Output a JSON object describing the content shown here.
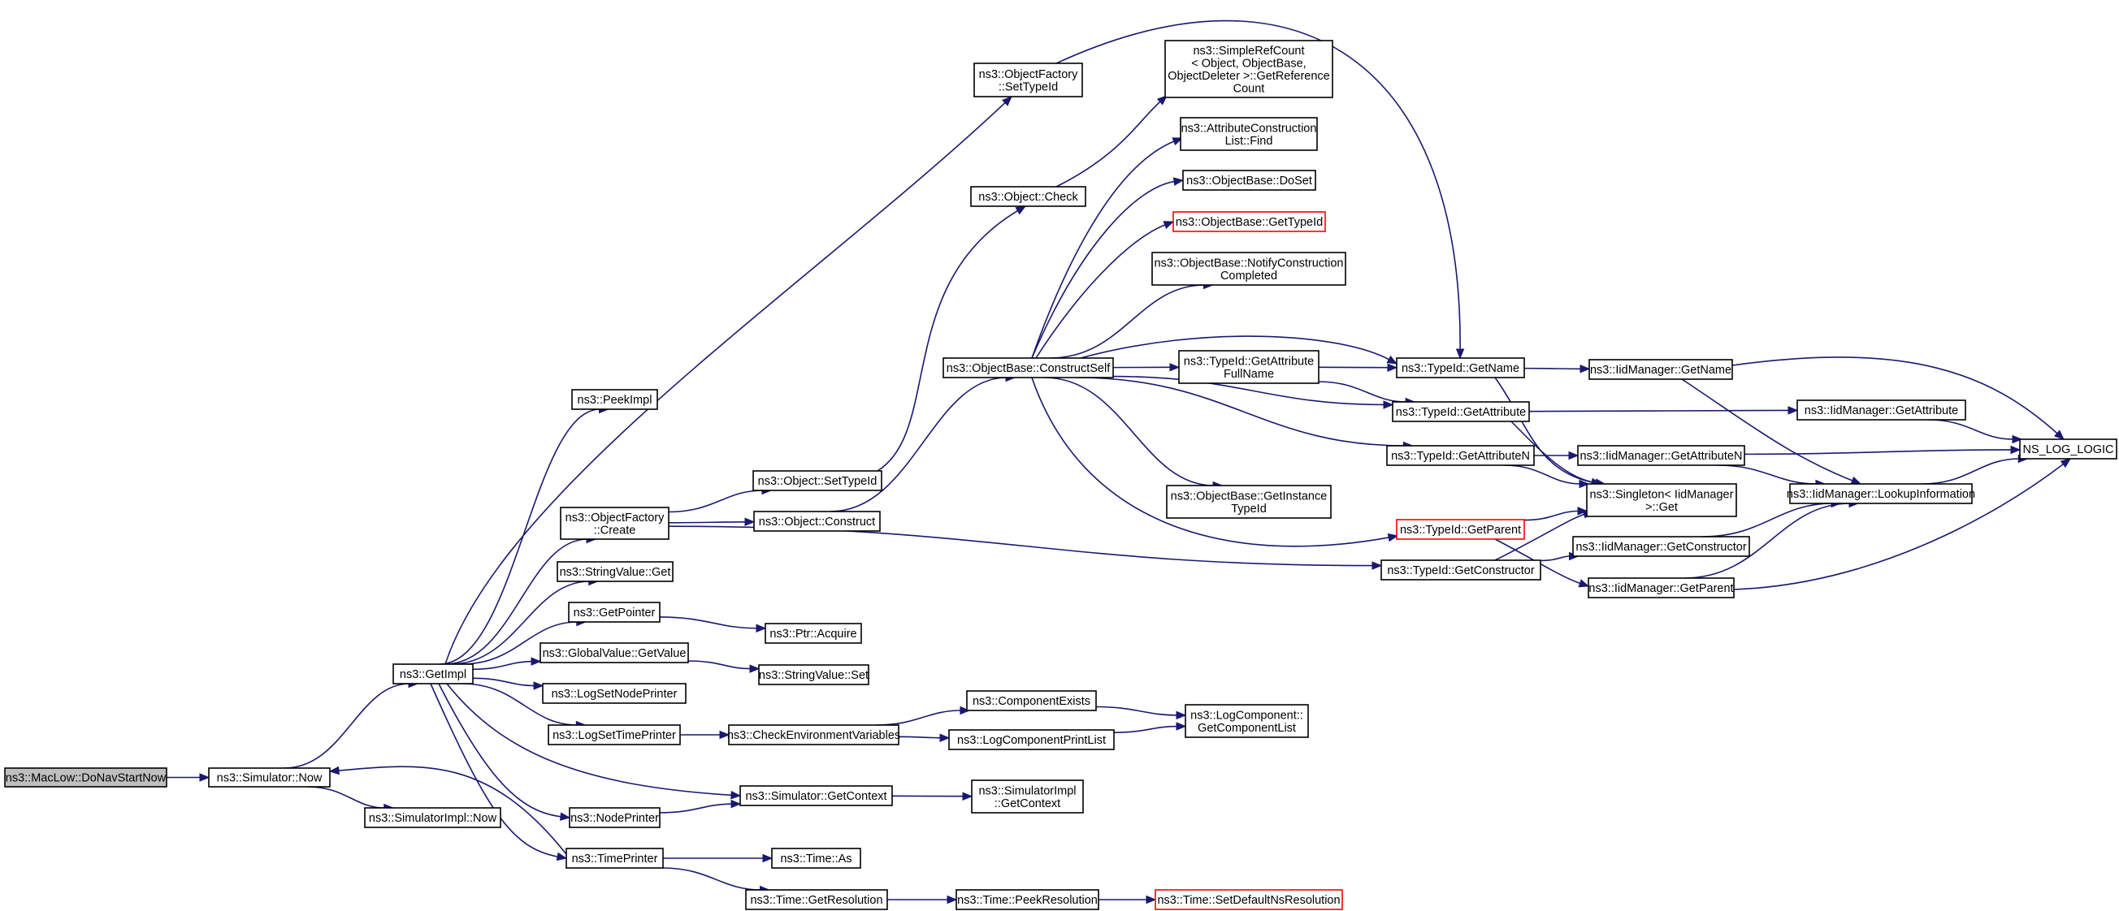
{
  "diagram": {
    "type": "call-graph",
    "colors": {
      "edge": "#191970",
      "node_border": "#000000",
      "highlight_border": "#ff0000",
      "root_fill": "#bfbfbf"
    },
    "nodes": [
      {
        "id": "macLow",
        "lines": [
          "ns3::MacLow::DoNavStartNow"
        ],
        "style": "root"
      },
      {
        "id": "simNow",
        "lines": [
          "ns3::Simulator::Now"
        ]
      },
      {
        "id": "getImpl",
        "lines": [
          "ns3::GetImpl"
        ]
      },
      {
        "id": "simImplNow",
        "lines": [
          "ns3::SimulatorImpl::Now"
        ]
      },
      {
        "id": "peekImpl",
        "lines": [
          "ns3::PeekImpl"
        ]
      },
      {
        "id": "ofCreate",
        "lines": [
          "ns3::ObjectFactory",
          "::Create"
        ]
      },
      {
        "id": "svGet",
        "lines": [
          "ns3::StringValue::Get"
        ]
      },
      {
        "id": "getPointer",
        "lines": [
          "ns3::GetPointer"
        ]
      },
      {
        "id": "gvGetValue",
        "lines": [
          "ns3::GlobalValue::GetValue"
        ]
      },
      {
        "id": "logSetNode",
        "lines": [
          "ns3::LogSetNodePrinter"
        ]
      },
      {
        "id": "logSetTime",
        "lines": [
          "ns3::LogSetTimePrinter"
        ]
      },
      {
        "id": "nodePrinter",
        "lines": [
          "ns3::NodePrinter"
        ]
      },
      {
        "id": "timePrinter",
        "lines": [
          "ns3::TimePrinter"
        ]
      },
      {
        "id": "ofSetTypeId",
        "lines": [
          "ns3::ObjectFactory",
          "::SetTypeId"
        ]
      },
      {
        "id": "objCheck",
        "lines": [
          "ns3::Object::Check"
        ]
      },
      {
        "id": "objSetTypeId",
        "lines": [
          "ns3::Object::SetTypeId"
        ]
      },
      {
        "id": "objConstruct",
        "lines": [
          "ns3::Object::Construct"
        ]
      },
      {
        "id": "ptrAcquire",
        "lines": [
          "ns3::Ptr::Acquire"
        ]
      },
      {
        "id": "svSet",
        "lines": [
          "ns3::StringValue::Set"
        ]
      },
      {
        "id": "checkEnv",
        "lines": [
          "ns3::CheckEnvironmentVariables"
        ]
      },
      {
        "id": "simGetContext",
        "lines": [
          "ns3::Simulator::GetContext"
        ]
      },
      {
        "id": "timeAs",
        "lines": [
          "ns3::Time::As"
        ]
      },
      {
        "id": "timeGetRes",
        "lines": [
          "ns3::Time::GetResolution"
        ]
      },
      {
        "id": "simpleRef",
        "lines": [
          "ns3::SimpleRefCount",
          "< Object, ObjectBase,",
          "ObjectDeleter >::GetReference",
          "Count"
        ]
      },
      {
        "id": "attrFind",
        "lines": [
          "ns3::AttributeConstruction",
          "List::Find"
        ]
      },
      {
        "id": "obDoSet",
        "lines": [
          "ns3::ObjectBase::DoSet"
        ]
      },
      {
        "id": "obGetTypeId",
        "lines": [
          "ns3::ObjectBase::GetTypeId"
        ],
        "style": "red"
      },
      {
        "id": "obNotify",
        "lines": [
          "ns3::ObjectBase::NotifyConstruction",
          "Completed"
        ]
      },
      {
        "id": "obConstructSelf",
        "lines": [
          "ns3::ObjectBase::ConstructSelf"
        ]
      },
      {
        "id": "tidGetAttrFullName",
        "lines": [
          "ns3::TypeId::GetAttribute",
          "FullName"
        ]
      },
      {
        "id": "obGetInstance",
        "lines": [
          "ns3::ObjectBase::GetInstance",
          "TypeId"
        ]
      },
      {
        "id": "compExists",
        "lines": [
          "ns3::ComponentExists"
        ]
      },
      {
        "id": "logCompPrintList",
        "lines": [
          "ns3::LogComponentPrintList"
        ]
      },
      {
        "id": "simImplGetContext",
        "lines": [
          "ns3::SimulatorImpl",
          "::GetContext"
        ]
      },
      {
        "id": "timePeekRes",
        "lines": [
          "ns3::Time::PeekResolution"
        ]
      },
      {
        "id": "timeSetDefault",
        "lines": [
          "ns3::Time::SetDefaultNsResolution"
        ],
        "style": "red"
      },
      {
        "id": "logCompGetList",
        "lines": [
          "ns3::LogComponent::",
          "GetComponentList"
        ]
      },
      {
        "id": "tidGetName",
        "lines": [
          "ns3::TypeId::GetName"
        ]
      },
      {
        "id": "tidGetAttribute",
        "lines": [
          "ns3::TypeId::GetAttribute"
        ]
      },
      {
        "id": "tidGetAttributeN",
        "lines": [
          "ns3::TypeId::GetAttributeN"
        ]
      },
      {
        "id": "tidGetParent",
        "lines": [
          "ns3::TypeId::GetParent"
        ],
        "style": "red"
      },
      {
        "id": "tidGetConstructor",
        "lines": [
          "ns3::TypeId::GetConstructor"
        ]
      },
      {
        "id": "iidGetName",
        "lines": [
          "ns3::IidManager::GetName"
        ]
      },
      {
        "id": "singletonGet",
        "lines": [
          "ns3::Singleton< IidManager",
          ">::Get"
        ]
      },
      {
        "id": "iidGetAttributeN",
        "lines": [
          "ns3::IidManager::GetAttributeN"
        ]
      },
      {
        "id": "iidGetConstructor",
        "lines": [
          "ns3::IidManager::GetConstructor"
        ]
      },
      {
        "id": "iidGetParent",
        "lines": [
          "ns3::IidManager::GetParent"
        ]
      },
      {
        "id": "iidGetAttribute",
        "lines": [
          "ns3::IidManager::GetAttribute"
        ]
      },
      {
        "id": "iidLookup",
        "lines": [
          "ns3::IidManager::LookupInformation"
        ]
      },
      {
        "id": "nsLogLogic",
        "lines": [
          "NS_LOG_LOGIC"
        ]
      }
    ],
    "edges": [
      [
        "macLow",
        "simNow"
      ],
      [
        "simNow",
        "getImpl"
      ],
      [
        "simNow",
        "simImplNow"
      ],
      [
        "getImpl",
        "peekImpl"
      ],
      [
        "getImpl",
        "ofCreate"
      ],
      [
        "getImpl",
        "svGet"
      ],
      [
        "getImpl",
        "getPointer"
      ],
      [
        "getImpl",
        "gvGetValue"
      ],
      [
        "getImpl",
        "logSetNode"
      ],
      [
        "getImpl",
        "logSetTime"
      ],
      [
        "getImpl",
        "nodePrinter"
      ],
      [
        "getImpl",
        "timePrinter"
      ],
      [
        "getImpl",
        "ofSetTypeId"
      ],
      [
        "getImpl",
        "simGetContext"
      ],
      [
        "timePrinter",
        "simNow"
      ],
      [
        "timePrinter",
        "timeAs"
      ],
      [
        "timePrinter",
        "timeGetRes"
      ],
      [
        "ofCreate",
        "objSetTypeId"
      ],
      [
        "ofCreate",
        "objConstruct"
      ],
      [
        "ofCreate",
        "tidGetConstructor"
      ],
      [
        "ofSetTypeId",
        "tidGetName"
      ],
      [
        "objSetTypeId",
        "objCheck"
      ],
      [
        "objCheck",
        "simpleRef"
      ],
      [
        "objConstruct",
        "obConstructSelf"
      ],
      [
        "getPointer",
        "ptrAcquire"
      ],
      [
        "gvGetValue",
        "svSet"
      ],
      [
        "logSetTime",
        "checkEnv"
      ],
      [
        "checkEnv",
        "compExists"
      ],
      [
        "checkEnv",
        "logCompPrintList"
      ],
      [
        "compExists",
        "logCompGetList"
      ],
      [
        "logCompPrintList",
        "logCompGetList"
      ],
      [
        "nodePrinter",
        "simGetContext"
      ],
      [
        "simGetContext",
        "simImplGetContext"
      ],
      [
        "timeGetRes",
        "timePeekRes"
      ],
      [
        "timePeekRes",
        "timeSetDefault"
      ],
      [
        "obConstructSelf",
        "attrFind"
      ],
      [
        "obConstructSelf",
        "obDoSet"
      ],
      [
        "obConstructSelf",
        "obGetTypeId"
      ],
      [
        "obConstructSelf",
        "obNotify"
      ],
      [
        "obConstructSelf",
        "tidGetAttrFullName"
      ],
      [
        "obConstructSelf",
        "obGetInstance"
      ],
      [
        "obConstructSelf",
        "tidGetName"
      ],
      [
        "obConstructSelf",
        "tidGetAttribute"
      ],
      [
        "obConstructSelf",
        "tidGetAttributeN"
      ],
      [
        "obConstructSelf",
        "tidGetParent"
      ],
      [
        "tidGetAttrFullName",
        "tidGetName"
      ],
      [
        "tidGetAttrFullName",
        "tidGetAttribute"
      ],
      [
        "tidGetName",
        "iidGetName"
      ],
      [
        "tidGetName",
        "singletonGet"
      ],
      [
        "tidGetAttribute",
        "iidGetAttribute"
      ],
      [
        "tidGetAttribute",
        "singletonGet"
      ],
      [
        "tidGetAttributeN",
        "iidGetAttributeN"
      ],
      [
        "tidGetAttributeN",
        "singletonGet"
      ],
      [
        "tidGetParent",
        "singletonGet"
      ],
      [
        "tidGetParent",
        "iidGetParent"
      ],
      [
        "tidGetConstructor",
        "singletonGet"
      ],
      [
        "tidGetConstructor",
        "iidGetConstructor"
      ],
      [
        "iidGetName",
        "nsLogLogic"
      ],
      [
        "iidGetName",
        "iidLookup"
      ],
      [
        "iidGetAttribute",
        "nsLogLogic"
      ],
      [
        "iidGetAttributeN",
        "nsLogLogic"
      ],
      [
        "iidGetAttributeN",
        "iidLookup"
      ],
      [
        "iidGetConstructor",
        "iidLookup"
      ],
      [
        "iidGetParent",
        "iidLookup"
      ],
      [
        "iidGetParent",
        "nsLogLogic"
      ],
      [
        "iidLookup",
        "nsLogLogic"
      ]
    ]
  }
}
